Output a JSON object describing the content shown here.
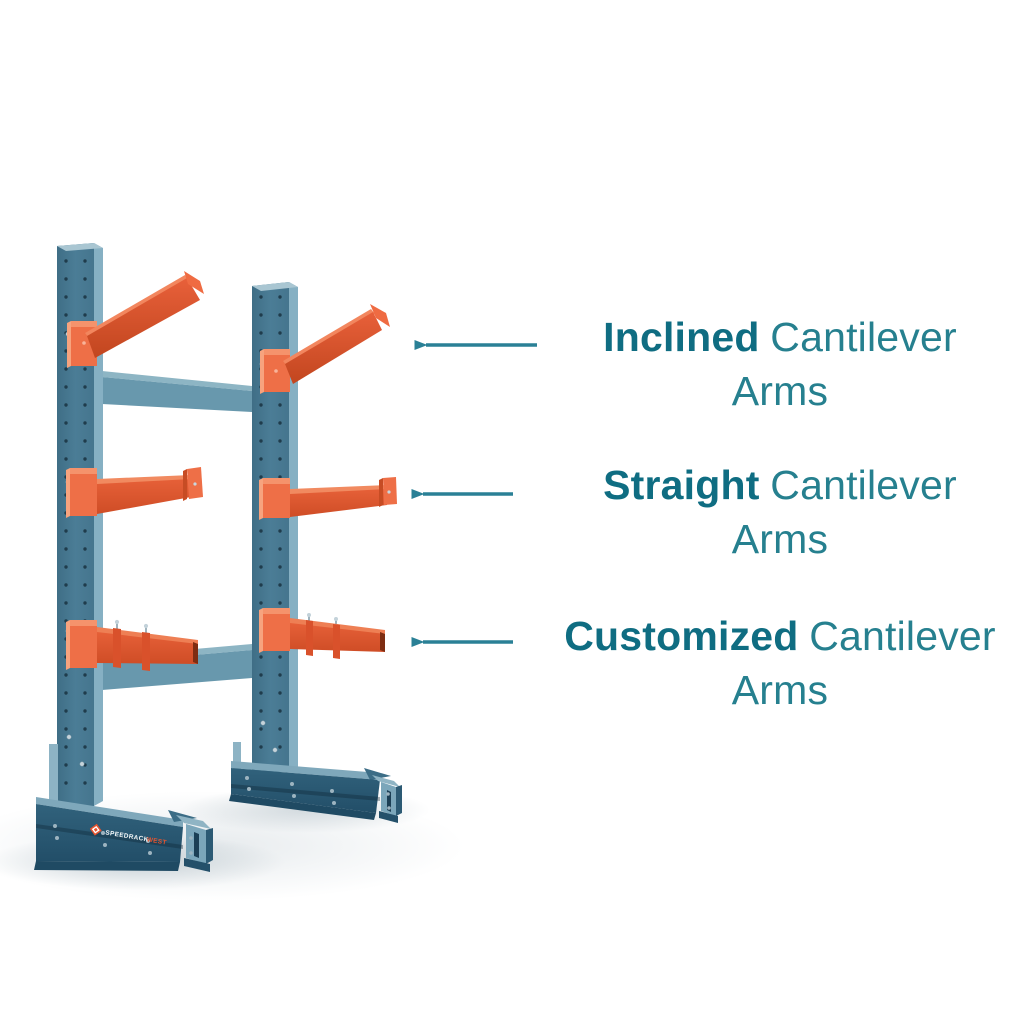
{
  "background": "#ffffff",
  "annotations": [
    {
      "bold": "Inclined",
      "regular": "Cantilever",
      "line2": "Arms"
    },
    {
      "bold": "Straight",
      "regular": "Cantilever",
      "line2": "Arms"
    },
    {
      "bold": "Customized",
      "regular": "Cantilever",
      "line2": "Arms"
    }
  ],
  "logo": {
    "brand": "SPEEDRACK",
    "suffix": "WEST"
  },
  "colors": {
    "label_bold_teal": "#0f6d82",
    "label_regular_teal": "#26808f",
    "arrow_teal": "#2a8096",
    "upright_blue": "#487891",
    "upright_blue_light": "#86b0c3",
    "crossbar_blue": "#6898ad",
    "base_blue_dark": "#2e5e78",
    "arm_orange": "#e2572e",
    "arm_orange_light": "#f18a60",
    "logo_orange": "#e8542e"
  }
}
